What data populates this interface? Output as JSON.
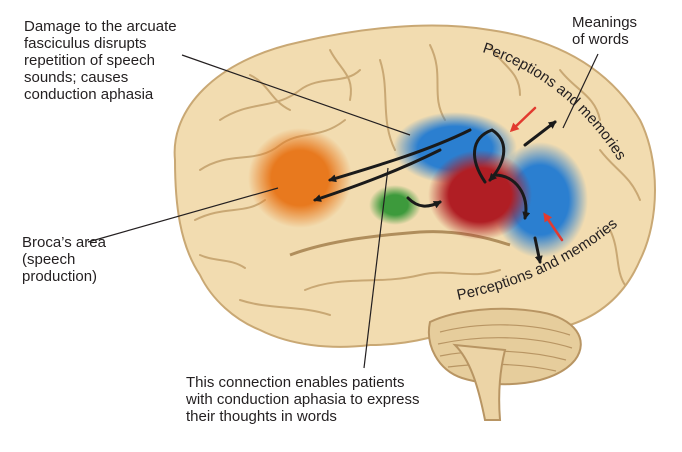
{
  "labels": {
    "arcuate": [
      "Damage to the arcuate",
      "fasciculus disrupts",
      "repetition of speech",
      "sounds; causes",
      "conduction aphasia"
    ],
    "meanings": [
      "Meanings",
      "of words"
    ],
    "broca": [
      "Broca’s area",
      "(speech",
      "production)"
    ],
    "connection": [
      "This connection enables patients",
      "with conduction aphasia to express",
      "their thoughts in words"
    ],
    "perceptions_upper": "Perceptions and memories",
    "perceptions_lower": "Perceptions and memories"
  },
  "colors": {
    "brain": "#f2dcb0",
    "broca": "#e8791e",
    "wernicke": "#b01e24",
    "perception": "#2b7fd0",
    "connection": "#3d9a3c",
    "arrow": "#1a1a1a",
    "highlight_arrow": "#e23a2f"
  }
}
